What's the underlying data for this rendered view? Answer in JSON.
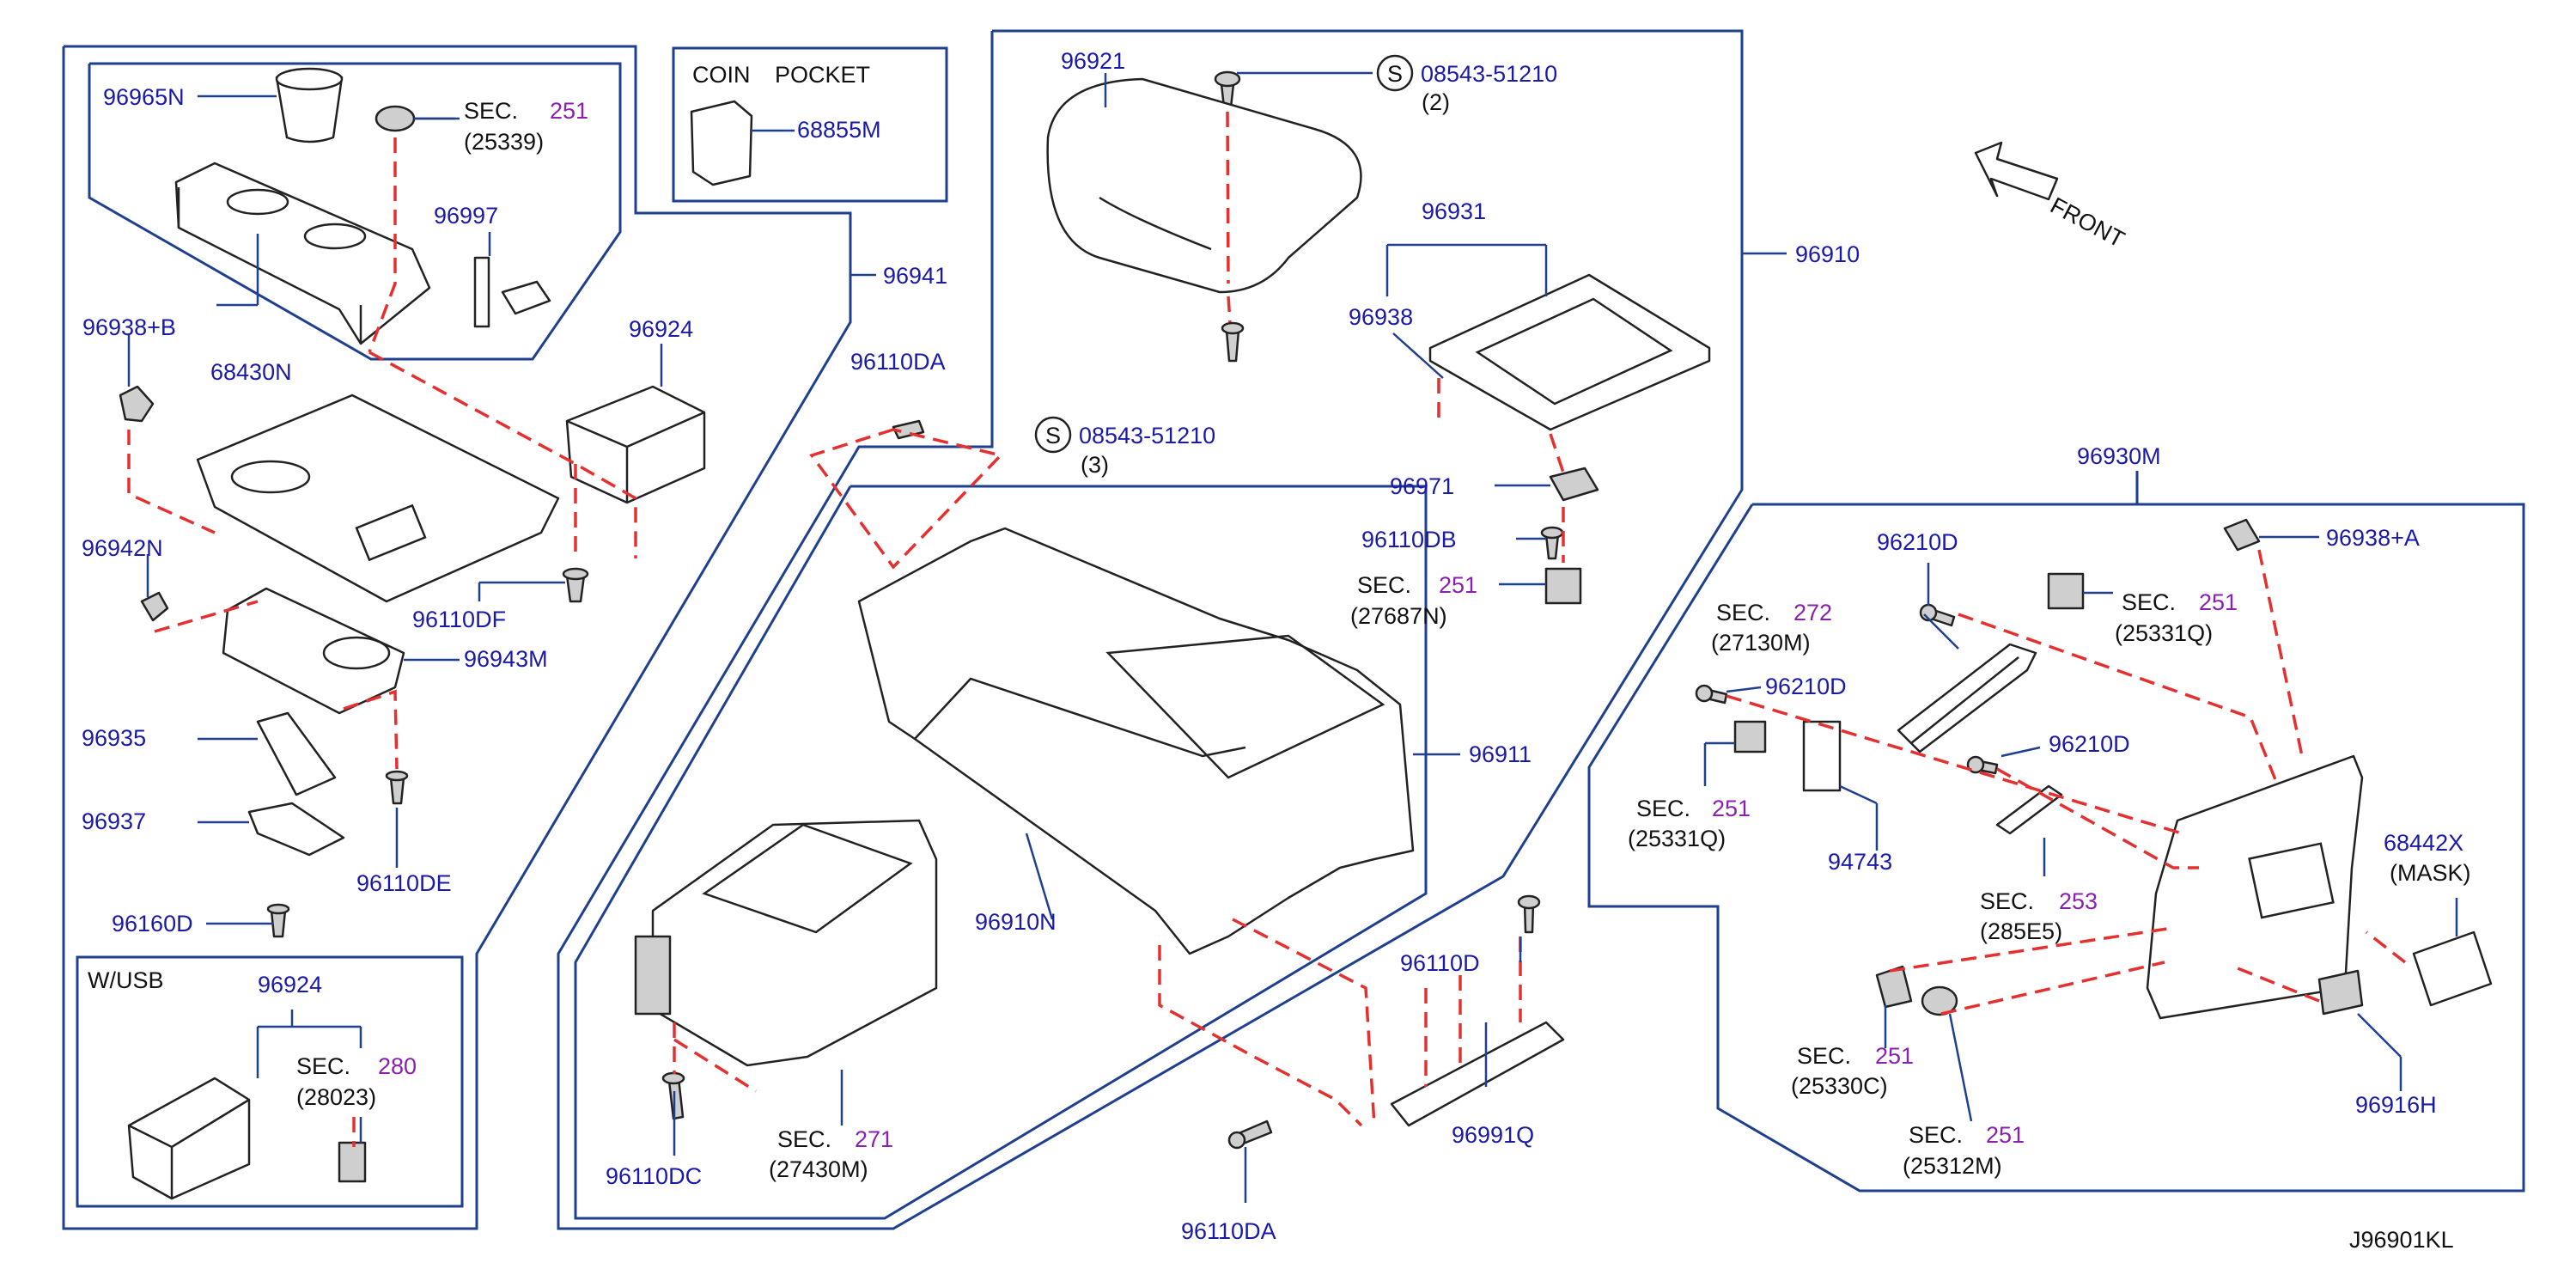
{
  "callouts": {
    "c96965N": "96965N",
    "sec251a": "SEC.",
    "sec251a_num": "251",
    "sec251a_sub": "(25339)",
    "c96997": "96997",
    "c96938B": "96938+B",
    "c68430N": "68430N",
    "c96924": "96924",
    "c96942N": "96942N",
    "c96110DF": "96110DF",
    "c96943M": "96943M",
    "c96935": "96935",
    "c96937": "96937",
    "c96110DE": "96110DE",
    "c96160D": "96160D",
    "c96941": "96941",
    "c96110DA_top": "96110DA",
    "c96921": "96921",
    "c08543_2": "08543-51210",
    "c08543_2_qty": "(2)",
    "c08543_3": "08543-51210",
    "c08543_3_qty": "(3)",
    "c96931": "96931",
    "c96938": "96938",
    "c96971": "96971",
    "c96110DB": "96110DB",
    "sec251b": "SEC.",
    "sec251b_num": "251",
    "sec251b_sub": "(27687N)",
    "c96910": "96910",
    "c96911": "96911",
    "c96910N": "96910N",
    "sec271": "SEC.",
    "sec271_num": "271",
    "sec271_sub": "(27430M)",
    "c96110DC": "96110DC",
    "c96110D": "96110D",
    "c96991Q": "96991Q",
    "c96110DA_bot": "96110DA",
    "c96930M": "96930M",
    "c96938A": "96938+A",
    "c96210D_a": "96210D",
    "sec272": "SEC.",
    "sec272_num": "272",
    "sec272_sub": "(27130M)",
    "sec251c": "SEC.",
    "sec251c_num": "251",
    "sec251c_sub": "(25331Q)",
    "c96210D_b": "96210D",
    "c96210D_c": "96210D",
    "sec251d": "SEC.",
    "sec251d_num": "251",
    "sec251d_sub": "(25331Q)",
    "c94743": "94743",
    "sec253": "SEC.",
    "sec253_num": "253",
    "sec253_sub": "(285E5)",
    "c68442X": "68442X",
    "c68442X_sub": "(MASK)",
    "sec251e": "SEC.",
    "sec251e_num": "251",
    "sec251e_sub": "(25330C)",
    "sec251f": "SEC.",
    "sec251f_num": "251",
    "sec251f_sub": "(25312M)",
    "c96916H": "96916H",
    "wusb_title": "W/USB",
    "wusb_96924": "96924",
    "sec280": "SEC.",
    "sec280_num": "280",
    "sec280_sub": "(28023)"
  },
  "coin_pocket": {
    "title_a": "COIN",
    "title_b": "POCKET",
    "part": "68855M"
  },
  "front_label": "FRONT",
  "s_marker": "S",
  "diagram_code": "J96901KL",
  "colors": {
    "callout": "#1a1aa8",
    "section_ref": "#8a1fb0",
    "dashed_link": "#e53030",
    "frame": "#1f3f8f"
  }
}
